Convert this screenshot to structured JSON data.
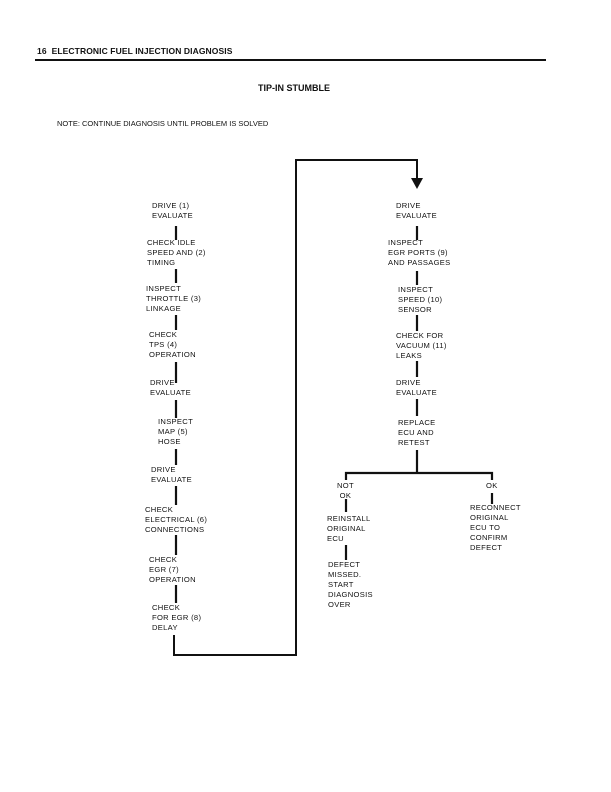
{
  "header": {
    "page_number": "16",
    "section_title": "ELECTRONIC FUEL INJECTION DIAGNOSIS"
  },
  "title": "TIP-IN STUMBLE",
  "note": "NOTE:  CONTINUE DIAGNOSIS UNTIL PROBLEM IS SOLVED",
  "left_steps": [
    "DRIVE (1)\nEVALUATE",
    "CHECK IDLE\nSPEED AND (2)\nTIMING",
    "INSPECT\nTHROTTLE (3)\nLINKAGE",
    "CHECK\nTPS (4)\nOPERATION",
    "DRIVE\nEVALUATE",
    "INSPECT\nMAP (5)\nHOSE",
    "DRIVE\nEVALUATE",
    "CHECK\nELECTRICAL (6)\nCONNECTIONS",
    "CHECK\nEGR (7)\nOPERATION",
    "CHECK\nFOR EGR (8)\nDELAY"
  ],
  "right_steps": [
    "DRIVE\nEVALUATE",
    "INSPECT\nEGR PORTS (9)\nAND PASSAGES",
    "INSPECT\nSPEED (10)\nSENSOR",
    "CHECK FOR\nVACUUM (11)\nLEAKS",
    "DRIVE\nEVALUATE",
    "REPLACE\nECU AND\nRETEST"
  ],
  "branches": {
    "not_ok": {
      "label": "NOT\nOK",
      "steps": [
        "REINSTALL\nORIGINAL\nECU",
        "DEFECT\nMISSED.\nSTART\nDIAGNOSIS\nOVER"
      ]
    },
    "ok": {
      "label": "OK",
      "steps": [
        "RECONNECT\nORIGINAL\nECU TO\nCONFIRM\nDEFECT"
      ]
    }
  }
}
